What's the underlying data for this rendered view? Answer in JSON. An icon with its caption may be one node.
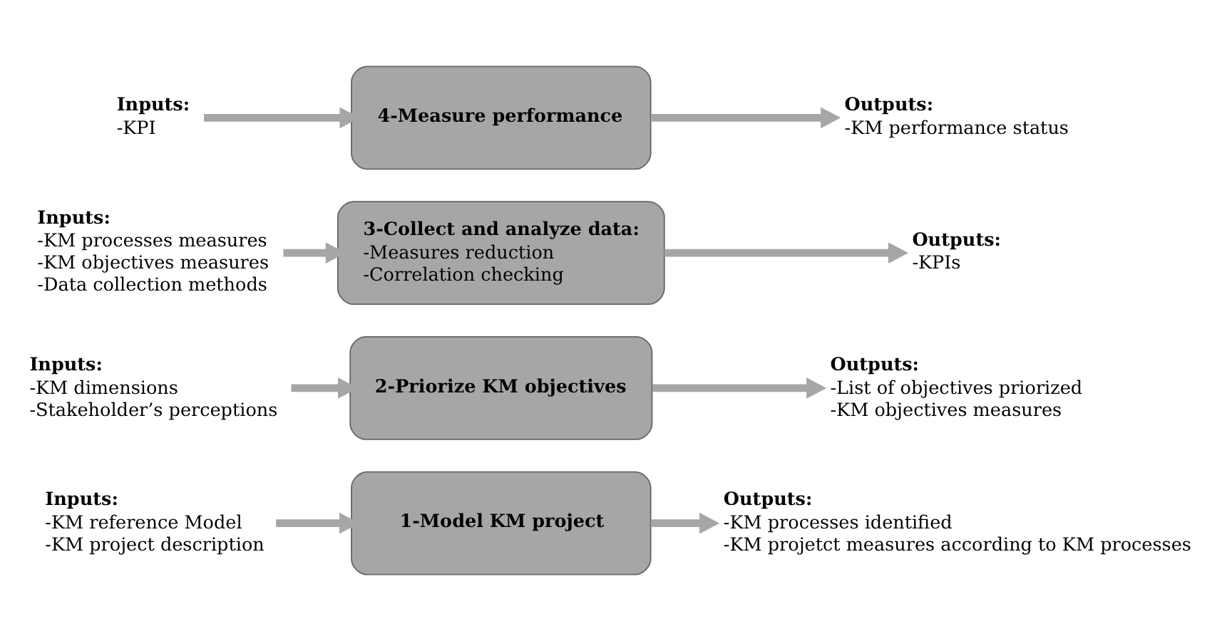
{
  "diagram": {
    "nodes": [
      {
        "text": [
          "Inputs:",
          "-KM reference Model",
          "-KM project description"
        ]
      },
      {
        "text": [
          "1-Model KM project"
        ]
      },
      {
        "text": [
          "Outputs:",
          "-KM processes identified",
          "-KM projetct measures according to KM processes"
        ]
      },
      {
        "text": [
          "Inputs:",
          "-KM dimensions",
          "-Stakeholder’s perceptions"
        ]
      },
      {
        "text": [
          "2-Priorize KM objectives"
        ]
      },
      {
        "text": [
          "Outputs:",
          "-List of objectives priorized",
          "-KM objectives measures"
        ]
      },
      {
        "text": [
          "Inputs:",
          "-KM processes measures",
          "-KM objectives measures",
          "-Data collection methods"
        ]
      },
      {
        "text": [
          "3-Collect and analyze data:",
          "-Measures reduction",
          "-Correlation checking"
        ]
      },
      {
        "text": [
          "Outputs:",
          "-KPIs"
        ]
      },
      {
        "text": [
          "Inputs:",
          "-KPI"
        ]
      },
      {
        "text": [
          "4-Measure performance"
        ]
      },
      {
        "text": [
          "Outputs:",
          "-KM performance status"
        ]
      }
    ],
    "edges": [
      {
        "from": 0,
        "to": 1,
        "arrow": "to"
      },
      {
        "from": 1,
        "to": 2,
        "arrow": "to"
      },
      {
        "from": 3,
        "to": 4,
        "arrow": "to"
      },
      {
        "from": 4,
        "to": 5,
        "arrow": "to"
      },
      {
        "from": 6,
        "to": 7,
        "arrow": "to"
      },
      {
        "from": 7,
        "to": 8,
        "arrow": "to"
      },
      {
        "from": 9,
        "to": 10,
        "arrow": "to"
      },
      {
        "from": 10,
        "to": 11,
        "arrow": "to"
      }
    ]
  }
}
